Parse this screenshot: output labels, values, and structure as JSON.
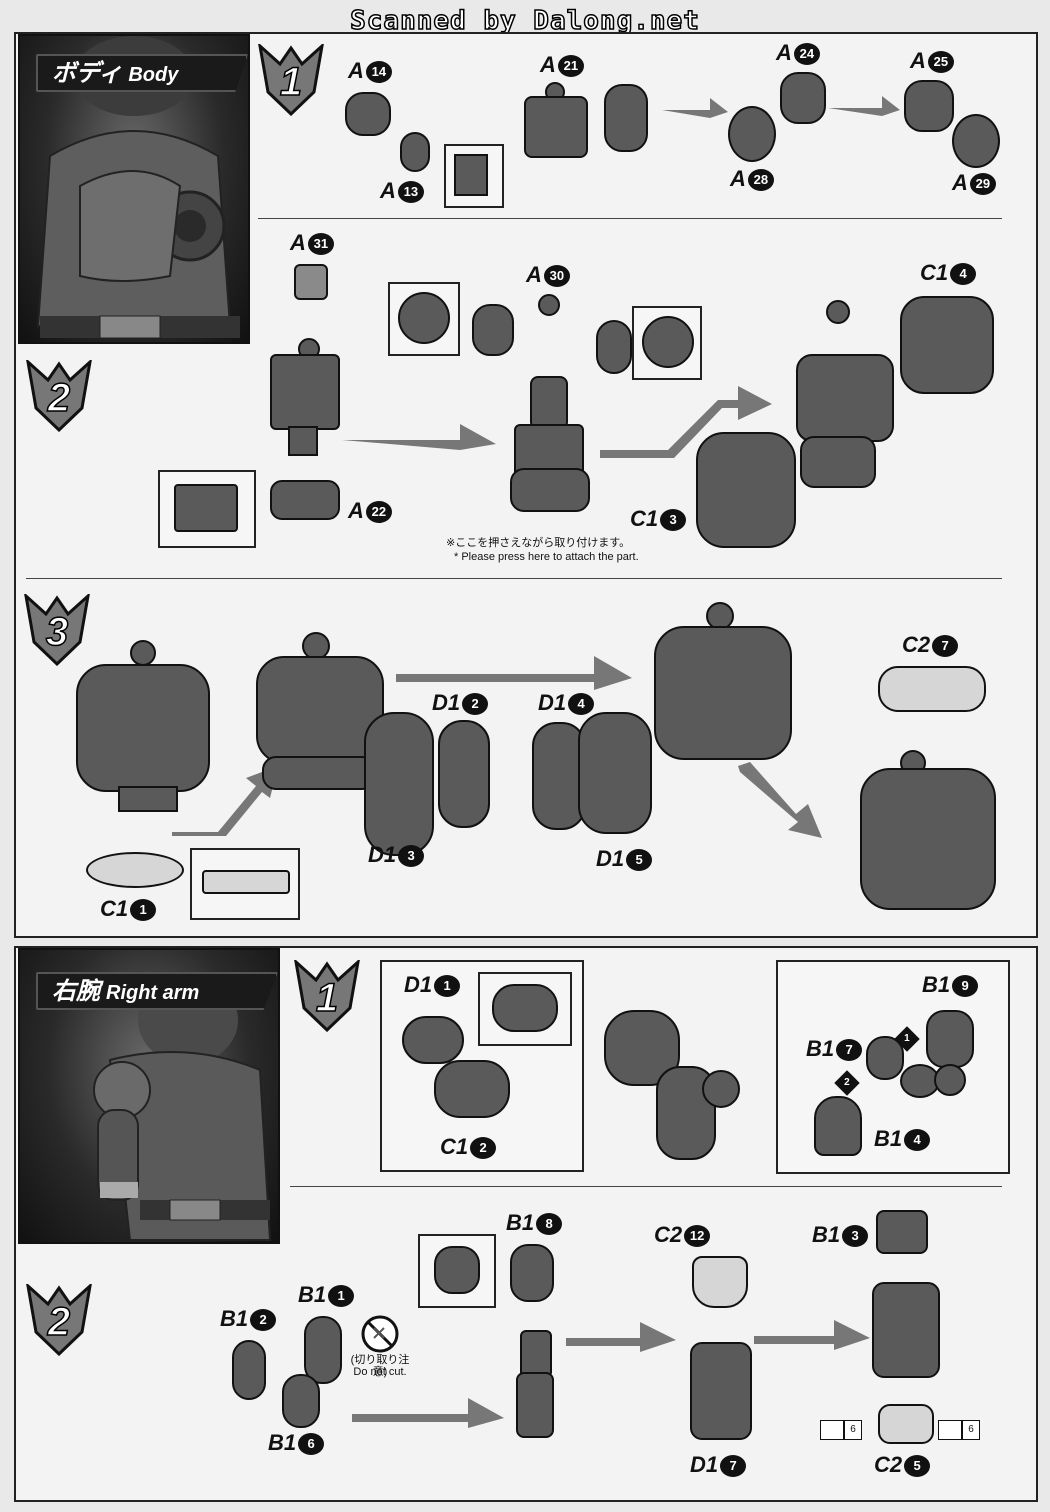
{
  "watermark": "Scanned by Dalong.net",
  "sections": {
    "body": {
      "label_jp": "ボディ",
      "label_en": "Body"
    },
    "right_arm": {
      "label_jp": "右腕",
      "label_en": "Right arm"
    }
  },
  "steps": {
    "body_1": "1",
    "body_2": "2",
    "body_3": "3",
    "arm_1": "1",
    "arm_2": "2"
  },
  "parts": {
    "A14": {
      "letter": "A",
      "num": "14"
    },
    "A13": {
      "letter": "A",
      "num": "13"
    },
    "A21": {
      "letter": "A",
      "num": "21"
    },
    "A24": {
      "letter": "A",
      "num": "24"
    },
    "A28": {
      "letter": "A",
      "num": "28"
    },
    "A25": {
      "letter": "A",
      "num": "25"
    },
    "A29": {
      "letter": "A",
      "num": "29"
    },
    "A31": {
      "letter": "A",
      "num": "31"
    },
    "A30": {
      "letter": "A",
      "num": "30"
    },
    "A22": {
      "letter": "A",
      "num": "22"
    },
    "C14": {
      "letter": "C1",
      "num": "4"
    },
    "C13": {
      "letter": "C1",
      "num": "3"
    },
    "D12": {
      "letter": "D1",
      "num": "2"
    },
    "D13": {
      "letter": "D1",
      "num": "3"
    },
    "D14": {
      "letter": "D1",
      "num": "4"
    },
    "D15": {
      "letter": "D1",
      "num": "5"
    },
    "C27": {
      "letter": "C2",
      "num": "7"
    },
    "C11": {
      "letter": "C1",
      "num": "1"
    },
    "D11": {
      "letter": "D1",
      "num": "1"
    },
    "C12": {
      "letter": "C1",
      "num": "2"
    },
    "B19": {
      "letter": "B1",
      "num": "9"
    },
    "B17": {
      "letter": "B1",
      "num": "7"
    },
    "B14": {
      "letter": "B1",
      "num": "4"
    },
    "B18": {
      "letter": "B1",
      "num": "8"
    },
    "C212": {
      "letter": "C2",
      "num": "12"
    },
    "B13": {
      "letter": "B1",
      "num": "3"
    },
    "B11": {
      "letter": "B1",
      "num": "1"
    },
    "B12": {
      "letter": "B1",
      "num": "2"
    },
    "B16": {
      "letter": "B1",
      "num": "6"
    },
    "D17": {
      "letter": "D1",
      "num": "7"
    },
    "C25": {
      "letter": "C2",
      "num": "5"
    }
  },
  "notes": {
    "press_jp": "※ここを押さえながら取り付けます。",
    "press_en": "* Please press here to attach the part.",
    "nocut_jp": "(切り取り注意)",
    "nocut_en": "Do not cut.",
    "order_1": "1",
    "order_2": "2",
    "ref_6a": "6",
    "ref_6b": "6"
  }
}
